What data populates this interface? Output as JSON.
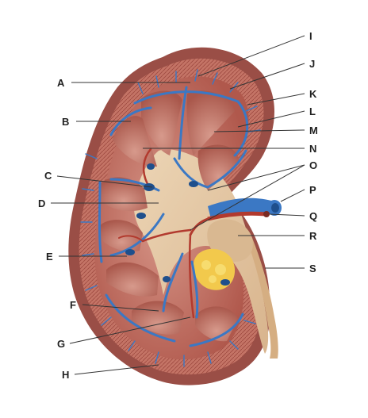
{
  "figure": {
    "labels": {
      "A": "A",
      "B": "B",
      "C": "C",
      "D": "D",
      "E": "E",
      "F": "F",
      "G": "G",
      "H": "H",
      "I": "I",
      "J": "J",
      "K": "K",
      "L": "L",
      "M": "M",
      "N": "N",
      "O": "O",
      "P": "P",
      "Q": "Q",
      "R": "R",
      "S": "S"
    }
  },
  "colors": {
    "capsule": "#a0524a",
    "cortex": "#c77a6e",
    "pyramid": "#b86a5e",
    "sinus": "#e2c7a3",
    "fat": "#f2c94c",
    "vein": "#3b78c4",
    "artery": "#b23a2e",
    "ureter": "#d9b48a"
  }
}
